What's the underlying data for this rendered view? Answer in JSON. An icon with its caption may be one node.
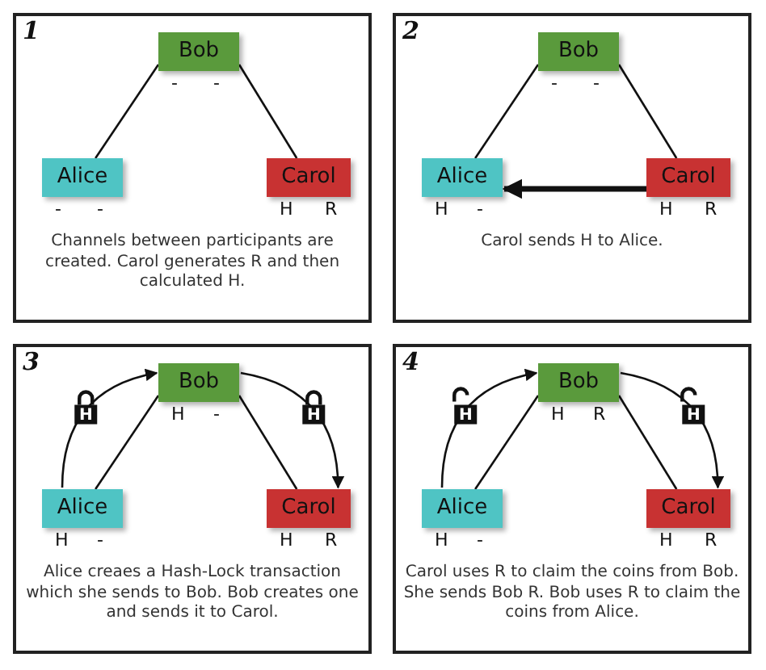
{
  "diagram": {
    "nodes": [
      {
        "text": [
          "1",
          "Channels between participants are created. Carol generates R and then calculated H."
        ]
      },
      {
        "text": [
          "Bob"
        ],
        "in": 0,
        "beside": [
          "-",
          "-"
        ]
      },
      {
        "text": [
          "Alice"
        ],
        "in": 0,
        "beside": [
          "-",
          "-"
        ]
      },
      {
        "text": [
          "Carol"
        ],
        "in": 0,
        "beside": [
          "H",
          "R"
        ]
      },
      {
        "text": [
          "2",
          "Carol sends H to Alice."
        ]
      },
      {
        "text": [
          "Bob"
        ],
        "in": 4,
        "beside": [
          "-",
          "-"
        ]
      },
      {
        "text": [
          "Alice"
        ],
        "in": 4,
        "beside": [
          "H",
          "-"
        ]
      },
      {
        "text": [
          "Carol"
        ],
        "in": 4,
        "beside": [
          "H",
          "R"
        ]
      },
      {
        "text": [
          "3",
          "Alice creaes a Hash-Lock transaction which she sends to Bob. Bob creates one and sends it to Carol."
        ]
      },
      {
        "text": [
          "Bob"
        ],
        "in": 8,
        "beside": [
          "H",
          "-"
        ]
      },
      {
        "text": [
          "Alice"
        ],
        "in": 8,
        "beside": [
          "H",
          "-"
        ]
      },
      {
        "text": [
          "Carol"
        ],
        "in": 8,
        "beside": [
          "H",
          "R"
        ]
      },
      {
        "text": [
          "4",
          "Carol uses R to claim the coins from Bob. She sends Bob R. Bob uses R to claim the coins from Alice."
        ]
      },
      {
        "text": [
          "Bob"
        ],
        "in": 12,
        "beside": [
          "H",
          "R"
        ]
      },
      {
        "text": [
          "Alice"
        ],
        "in": 12,
        "beside": [
          "H",
          "-"
        ]
      },
      {
        "text": [
          "Carol"
        ],
        "in": 12,
        "beside": [
          "H",
          "R"
        ]
      }
    ],
    "edges": [
      {
        "from": 1,
        "to": 2,
        "arrow": "none"
      },
      {
        "from": 1,
        "to": 3,
        "arrow": "none"
      },
      {
        "from": 5,
        "to": 6,
        "arrow": "none"
      },
      {
        "from": 5,
        "to": 7,
        "arrow": "none"
      },
      {
        "from": 7,
        "to": 6,
        "arrow": "to",
        "style": "thick"
      },
      {
        "from": 9,
        "to": 10,
        "arrow": "none"
      },
      {
        "from": 9,
        "to": 11,
        "arrow": "none"
      },
      {
        "from": 10,
        "to": 9,
        "arrow": "to",
        "label": "H"
      },
      {
        "from": 9,
        "to": 11,
        "arrow": "to",
        "label": "H"
      },
      {
        "from": 13,
        "to": 14,
        "arrow": "none"
      },
      {
        "from": 13,
        "to": 15,
        "arrow": "none"
      },
      {
        "from": 14,
        "to": 13,
        "arrow": "to",
        "label": "H"
      },
      {
        "from": 13,
        "to": 15,
        "arrow": "to",
        "label": "H"
      }
    ]
  }
}
